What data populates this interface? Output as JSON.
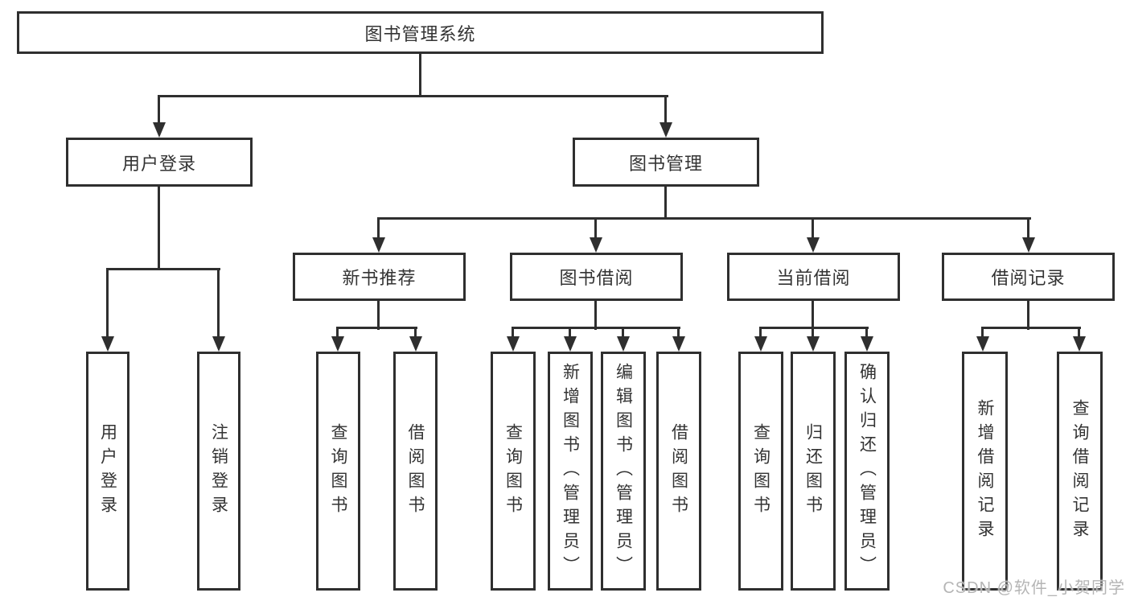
{
  "colors": {
    "line": "#2f2f2f",
    "text": "#333333",
    "box_fill": "#ffffff",
    "watermark": "#b5b5b5"
  },
  "watermark": {
    "text": "CSDN @软件_小贺同学"
  },
  "tree": {
    "root": {
      "label": "图书管理系统",
      "children": [
        {
          "label": "用户登录",
          "children": [
            {
              "label": "用户登录"
            },
            {
              "label": "注销登录"
            }
          ]
        },
        {
          "label": "图书管理",
          "children": [
            {
              "label": "新书推荐",
              "children": [
                {
                  "label": "查询图书"
                },
                {
                  "label": "借阅图书"
                }
              ]
            },
            {
              "label": "图书借阅",
              "children": [
                {
                  "label": "查询图书"
                },
                {
                  "label": "新增图书（管理员）"
                },
                {
                  "label": "编辑图书（管理员）"
                },
                {
                  "label": "借阅图书"
                }
              ]
            },
            {
              "label": "当前借阅",
              "children": [
                {
                  "label": "查询图书"
                },
                {
                  "label": "归还图书"
                },
                {
                  "label": "确认归还（管理员）"
                }
              ]
            },
            {
              "label": "借阅记录",
              "children": [
                {
                  "label": "新增借阅记录"
                },
                {
                  "label": "查询借阅记录"
                }
              ]
            }
          ]
        }
      ]
    }
  }
}
